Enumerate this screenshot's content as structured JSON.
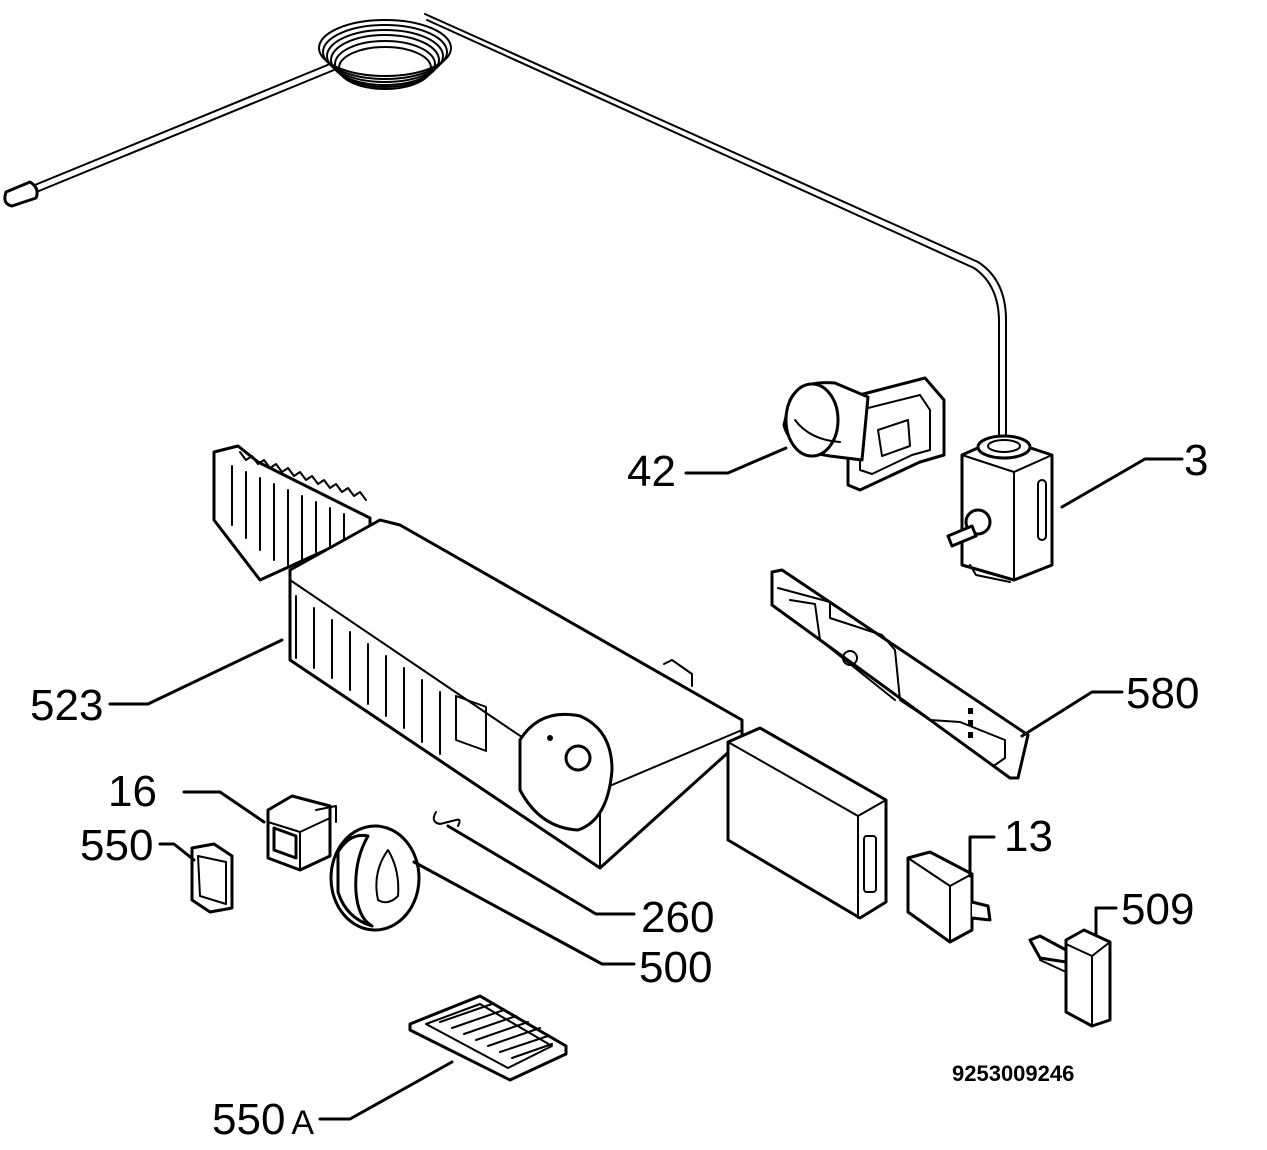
{
  "diagram": {
    "document_number": "9253009246",
    "callouts": [
      {
        "id": "3",
        "text": "3"
      },
      {
        "id": "42",
        "text": "42"
      },
      {
        "id": "523",
        "text": "523"
      },
      {
        "id": "580",
        "text": "580"
      },
      {
        "id": "16",
        "text": "16"
      },
      {
        "id": "550",
        "text": "550"
      },
      {
        "id": "13",
        "text": "13"
      },
      {
        "id": "260",
        "text": "260"
      },
      {
        "id": "500",
        "text": "500"
      },
      {
        "id": "509",
        "text": "509"
      },
      {
        "id": "550A",
        "text": "550",
        "suffix": "A"
      }
    ]
  }
}
